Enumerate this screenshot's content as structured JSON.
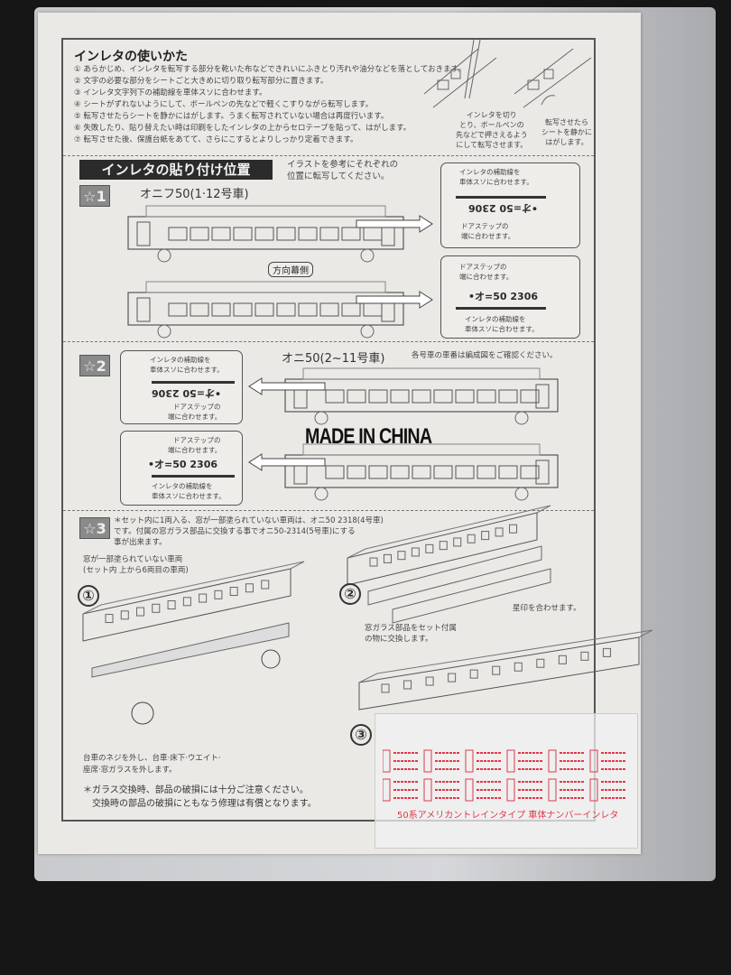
{
  "usage": {
    "title": "インレタの使いかた",
    "steps": [
      "① あらかじめ、インレタを転写する部分を乾いた布などできれいにふきとり汚れや油分などを落としておきます。",
      "② 文字の必要な部分をシートごと大きめに切り取り転写部分に置きます。",
      "③ インレタ文字列下の補助線を車体スソに合わせます。",
      "④ シートがずれないようにして、ボールペンの先などで軽くこすりながら転写します。",
      "⑤ 転写させたらシートを静かにはがします。うまく転写されていない場合は再度行います。",
      "⑥ 失敗したり、貼り替えたい時は印刷をしたインレタの上からセロテープを貼って、はがします。",
      "⑦ 転写させた後、保護台紙をあてて、さらにこするとよりしっかり定着できます。"
    ],
    "illus_caption_1": [
      "インレタを切り",
      "とり、ボールペンの",
      "先などで押さえるよう",
      "にして転写させます。"
    ],
    "illus_caption_2": [
      "転写させたら",
      "シートを静かに",
      "はがします。"
    ]
  },
  "position": {
    "title": "インレタの貼り付け位置",
    "intro": [
      "イラストを参考にそれぞれの",
      "位置に転写してください。"
    ],
    "s1": {
      "badge": "☆1",
      "car_title": "オニフ50(1·12号車)",
      "direction_label": "方向幕側",
      "box_a": {
        "line1": "インレタの補助線を",
        "line2": "車体スソに合わせます。",
        "number": "•オ=50 2306",
        "line3": "ドアステップの",
        "line4": "端に合わせます。"
      },
      "box_b": {
        "line1": "ドアステップの",
        "line2": "端に合わせます。",
        "number": "•オ=50 2306",
        "line3": "インレタの補助線を",
        "line4": "車体スソに合わせます。"
      }
    },
    "s2": {
      "badge": "☆2",
      "car_title": "オニ50(2~11号車)",
      "note": "各号車の車番は編成図をご確認ください。",
      "box_c": {
        "line1": "インレタの補助線を",
        "line2": "車体スソに合わせます。",
        "number": "•オ=50 2306",
        "line3": "ドアステップの",
        "line4": "端に合わせます。"
      },
      "box_d": {
        "line1": "ドアステップの",
        "line2": "端に合わせます。",
        "number": "•オ=50 2306",
        "line3": "インレタの補助線を",
        "line4": "車体スソに合わせます。"
      }
    },
    "stamp": "MADE IN CHINA",
    "s3": {
      "badge": "☆3",
      "text": [
        "＊セット内に1両入る、窓が一部塗られていない車両は、オニ50 2318(4号車)",
        "です。付属の窓ガラス部品に交換する事でオニ50-2314(5号車)にする",
        "事が出来ます。"
      ],
      "step1_label": [
        "窓が一部塗られていない車両",
        "(セット内 上から6両目の車両)"
      ],
      "step1_num": "①",
      "step2_num": "②",
      "step3_num": "③",
      "star_note": "星印を合わせます。",
      "glass_note": [
        "窓ガラス部品をセット付属",
        "の物に交換します。"
      ],
      "remove_note": [
        "台車のネジを外し、台車·床下·ウエイト·",
        "座席·窓ガラスを外します。"
      ],
      "caution": [
        "＊ガラス交換時、部品の破損には十分ご注意ください。",
        "交換時の部品の破損にともなう修理は有償となります。"
      ]
    }
  },
  "decal_sheet": {
    "title": "50系アメリカントレインタイプ 車体ナンバーインレタ",
    "color": "#e0394a"
  }
}
